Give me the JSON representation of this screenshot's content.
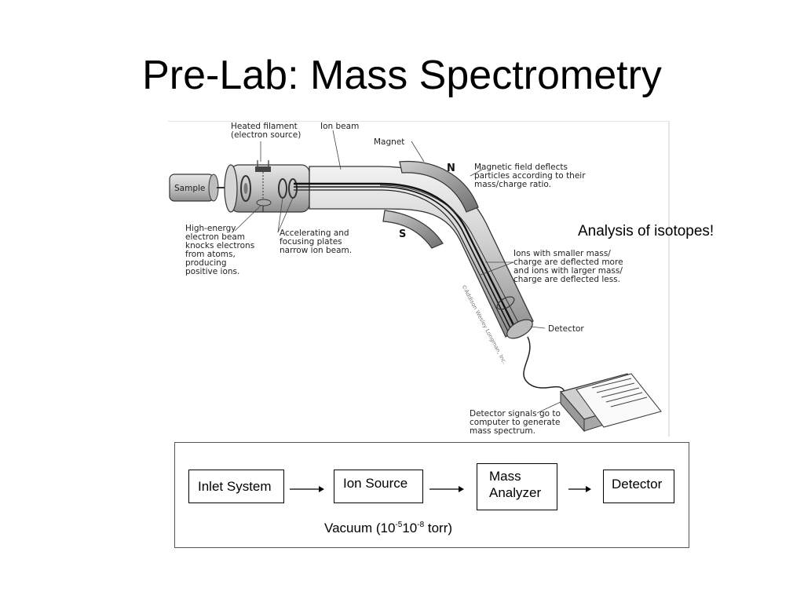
{
  "slide": {
    "title": "Pre-Lab:  Mass Spectrometry",
    "note": "Analysis of isotopes!"
  },
  "figure": {
    "labels": {
      "heated_filament": [
        "Heated filament",
        "(electron source)"
      ],
      "ion_beam": "Ion beam",
      "magnet": "Magnet",
      "north": "N",
      "south": "S",
      "sample": "Sample",
      "magnetic_field": [
        "Magnetic field deflects",
        "particles according to their",
        "mass/charge ratio."
      ],
      "high_energy": [
        "High-energy",
        "electron beam",
        "knocks electrons",
        "from atoms,",
        "producing",
        "positive ions."
      ],
      "accelerating": [
        "Accelerating and",
        "focusing plates",
        "narrow ion beam."
      ],
      "ions_deflected": [
        "Ions with smaller mass/",
        "charge are deflected more",
        "and ions with larger mass/",
        "charge are deflected less."
      ],
      "detector": "Detector",
      "detector_signals": [
        "Detector signals go to",
        "computer to generate",
        "mass spectrum."
      ],
      "credit": "©Addison Wesley Longman, Inc."
    }
  },
  "flow": {
    "stages": [
      {
        "label": "Inlet System"
      },
      {
        "label": "Ion Source"
      },
      {
        "label": [
          "Mass",
          "Analyzer"
        ]
      },
      {
        "label": "Detector"
      }
    ],
    "vacuum": {
      "prefix": "Vacuum (10",
      "exp1": "-5",
      "middle": "10",
      "exp2": "-8",
      "suffix": " torr)"
    }
  },
  "colors": {
    "text": "#000000",
    "drawing": "#222222",
    "frame": "#555555"
  }
}
